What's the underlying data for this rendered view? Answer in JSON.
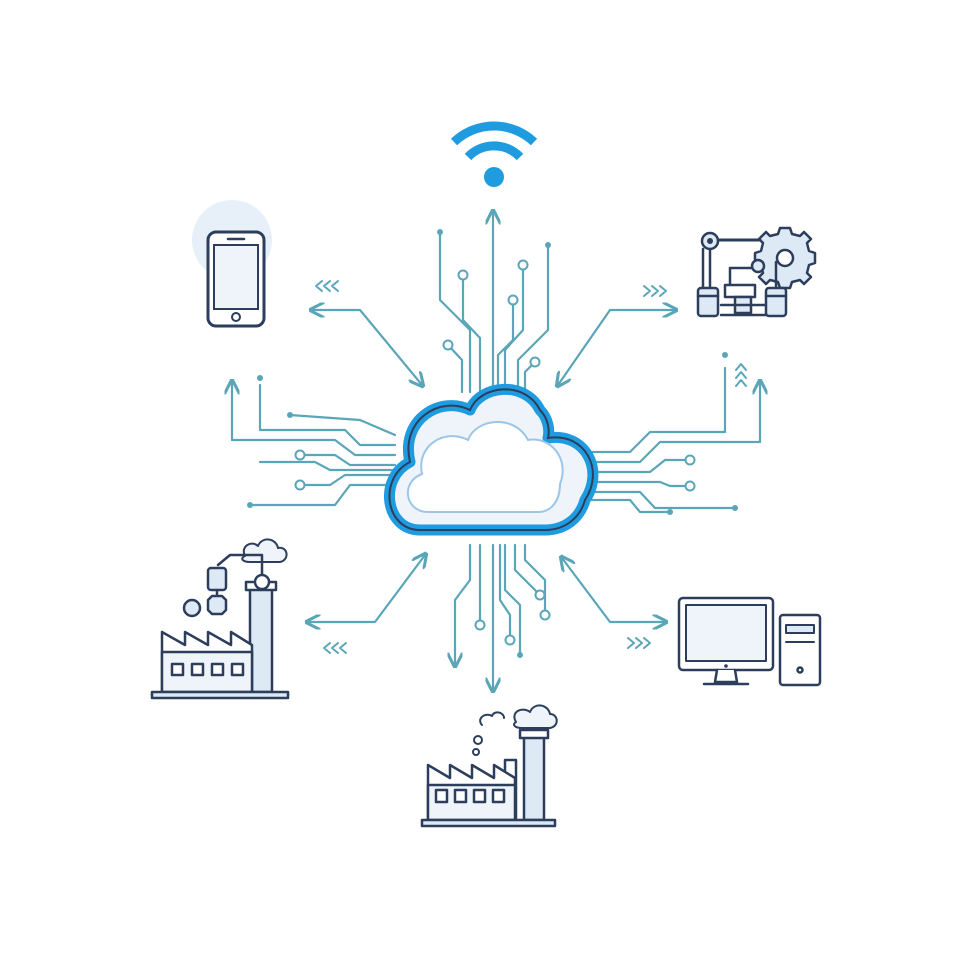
{
  "colors": {
    "background": "#ffffff",
    "trace": "#5aa6b8",
    "accent_blue": "#1f9be0",
    "outline": "#2c3e5c",
    "fill_light": "#dde9f5",
    "fill_pale": "#eef4fa"
  },
  "diagram": {
    "hub": {
      "icon": "cloud-icon"
    },
    "nodes": [
      {
        "name": "wifi-node",
        "icon": "wifi-icon",
        "position": "top"
      },
      {
        "name": "smartphone-node",
        "icon": "smartphone-icon",
        "position": "top-left"
      },
      {
        "name": "robotic-arm-node",
        "icon": "robotic-arm-icon",
        "position": "top-right"
      },
      {
        "name": "factory-robot-node",
        "icon": "factory-with-robot-arm-icon",
        "position": "bottom-left"
      },
      {
        "name": "desktop-computer-node",
        "icon": "desktop-computer-icon",
        "position": "bottom-right"
      },
      {
        "name": "factory-node",
        "icon": "factory-icon",
        "position": "bottom"
      }
    ],
    "connections": [
      {
        "from": "cloud-icon",
        "to": "wifi-icon",
        "direction": "both"
      },
      {
        "from": "cloud-icon",
        "to": "smartphone-icon",
        "direction": "both"
      },
      {
        "from": "cloud-icon",
        "to": "robotic-arm-icon",
        "direction": "both"
      },
      {
        "from": "cloud-icon",
        "to": "factory-with-robot-arm-icon",
        "direction": "both"
      },
      {
        "from": "cloud-icon",
        "to": "desktop-computer-icon",
        "direction": "both"
      },
      {
        "from": "cloud-icon",
        "to": "factory-icon",
        "direction": "both"
      }
    ]
  }
}
